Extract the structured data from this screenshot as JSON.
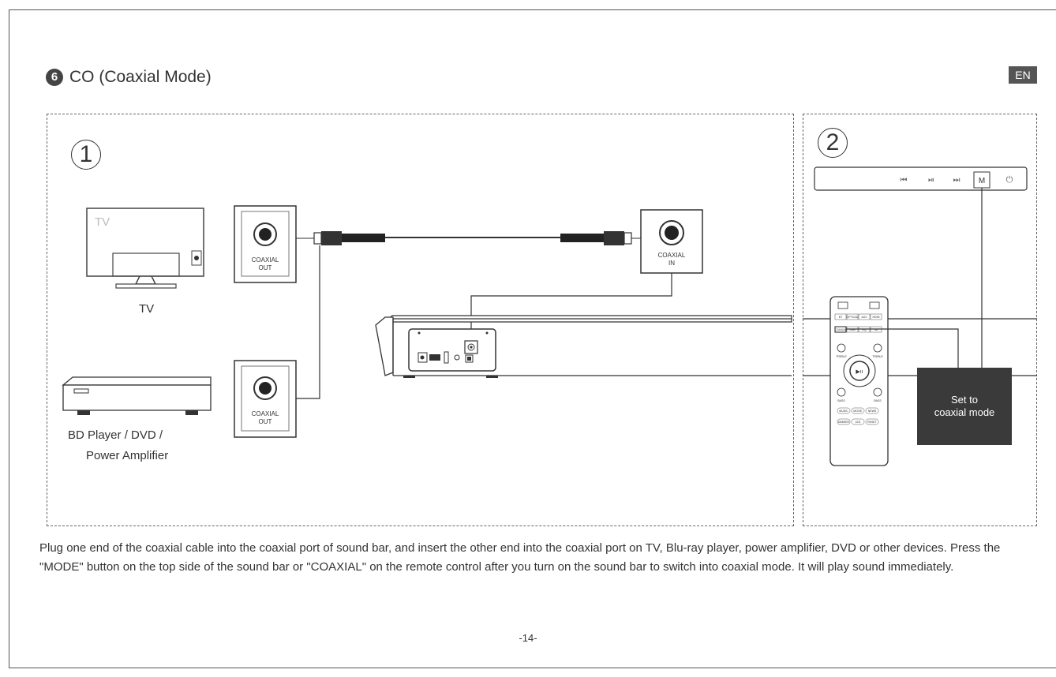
{
  "lang_badge": "EN",
  "section": {
    "number": "6",
    "title": "CO (Coaxial Mode)"
  },
  "step1": {
    "number": "1"
  },
  "step2": {
    "number": "2"
  },
  "tv": {
    "screen_label": "TV",
    "caption": "TV"
  },
  "ports": {
    "tv_out": [
      "COAXIAL",
      "OUT"
    ],
    "bd_out": [
      "COAXIAL",
      "OUT"
    ],
    "bar_in": [
      "COAXIAL",
      "IN"
    ]
  },
  "bd_player": {
    "caption_line1": "BD Player / DVD /",
    "caption_line2": "Power Amplifier"
  },
  "soundbar_top": {
    "mode_key": "M"
  },
  "remote": {
    "row1": [
      "BT",
      "OPTICAL",
      "AUX",
      "HDMI"
    ],
    "row2": [
      "COAXIAL",
      "USB",
      "EQ",
      "3D"
    ],
    "treble": "TREBLE",
    "bass": "BASS",
    "bottom1": [
      "MUSIC",
      "MOVIE",
      "NEWS"
    ],
    "bottom2": [
      "DIMMER",
      "LED",
      "RESET"
    ]
  },
  "note": {
    "line1": "Set to",
    "line2": "coaxial mode"
  },
  "instructions": "Plug one end of the coaxial cable into the coaxial port of sound bar, and insert the other end into the coaxial port on TV, Blu-ray player, power amplifier, DVD or other devices. Press the \"MODE\" button on the top side of the sound bar or \"COAXIAL\" on the remote control after you turn on the sound bar to switch into coaxial mode. It will play sound immediately.",
  "page_number": "-14-"
}
